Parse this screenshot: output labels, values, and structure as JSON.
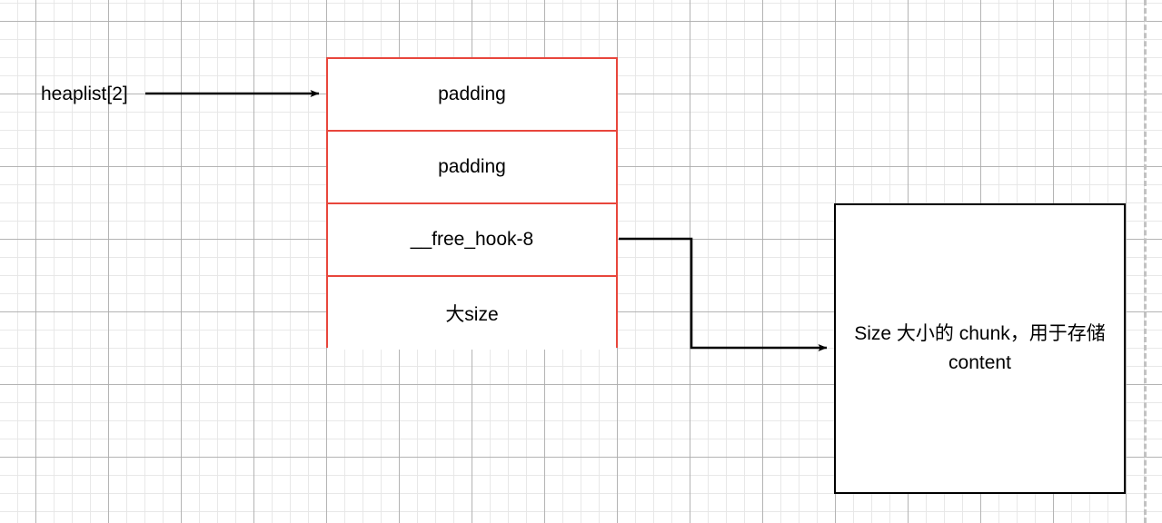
{
  "diagram": {
    "title_text": "heaplist[2] heap layout diagram",
    "colors": {
      "chunk_border_red": "#e8463c",
      "chunk_border_black": "#000000",
      "grid_major": "#aaaaaa",
      "grid_minor": "#e6e6e6",
      "page_guide": "#c2c2c2",
      "text": "#000000"
    },
    "pointer_label": {
      "text": "heaplist[2]"
    },
    "heap_struct": {
      "name": "heaplist-struct-box",
      "rows": [
        {
          "label": "padding"
        },
        {
          "label": "padding"
        },
        {
          "label": "__free_hook-8"
        },
        {
          "label": "大size"
        }
      ]
    },
    "content_chunk": {
      "name": "content-chunk-box",
      "text": "Size 大小的 chunk，用于存储content"
    },
    "arrows": [
      {
        "name": "heaplist-to-struct-arrow",
        "from": "heaplist[2]",
        "to": "padding"
      },
      {
        "name": "free-hook-to-chunk-arrow",
        "from": "__free_hook-8",
        "to": "Size 大小的 chunk，用于存储content"
      }
    ]
  }
}
